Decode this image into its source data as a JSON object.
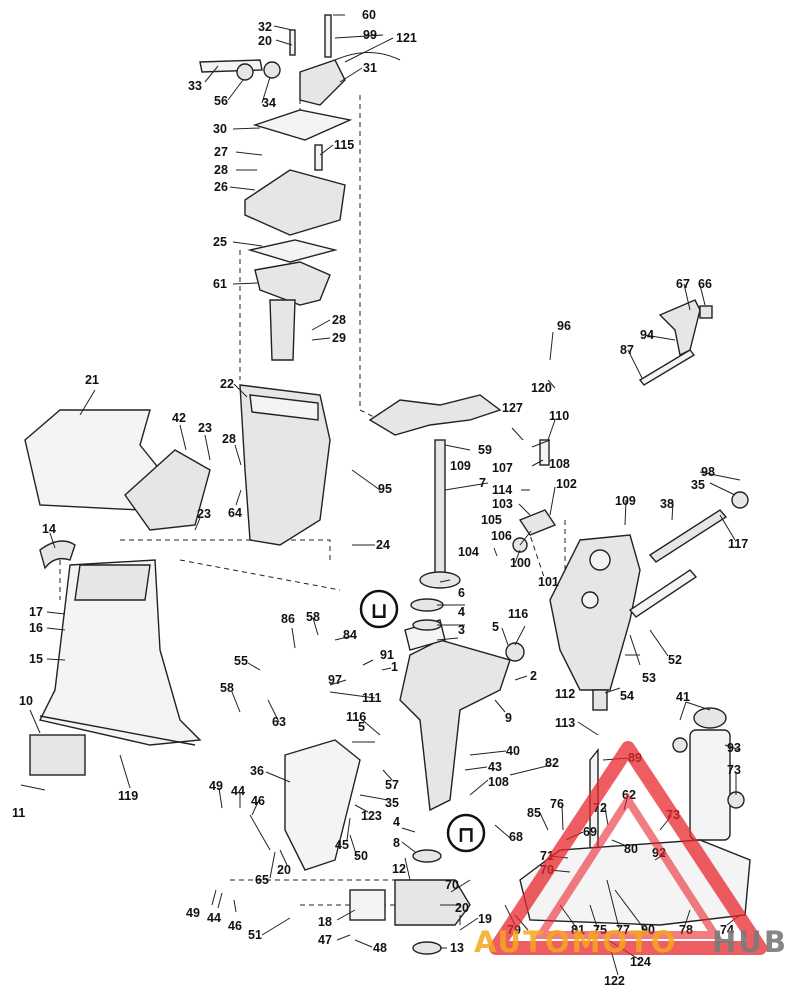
{
  "callouts": {
    "c1": "1",
    "c2": "2",
    "c3": "3",
    "c4": "4",
    "c4b": "4",
    "c5": "5",
    "c5b": "5",
    "c6": "6",
    "c7": "7",
    "c8": "8",
    "c9": "9",
    "c10": "10",
    "c11": "11",
    "c12": "12",
    "c13": "13",
    "c14": "14",
    "c15": "15",
    "c16": "16",
    "c17": "17",
    "c18": "18",
    "c19": "19",
    "c20": "20",
    "c20b": "20",
    "c20c": "20",
    "c21": "21",
    "c22": "22",
    "c23": "23",
    "c23b": "23",
    "c24": "24",
    "c25": "25",
    "c26": "26",
    "c27": "27",
    "c28": "28",
    "c28b": "28",
    "c28c": "28",
    "c29": "29",
    "c30": "30",
    "c31": "31",
    "c32": "32",
    "c33": "33",
    "c34": "34",
    "c35": "35",
    "c35b": "35",
    "c36": "36",
    "c38": "38",
    "c40": "40",
    "c41": "41",
    "c42": "42",
    "c43": "43",
    "c44": "44",
    "c44b": "44",
    "c45": "45",
    "c46": "46",
    "c46b": "46",
    "c47": "47",
    "c48": "48",
    "c49": "49",
    "c49b": "49",
    "c50": "50",
    "c51": "51",
    "c52": "52",
    "c53": "53",
    "c54": "54",
    "c55": "55",
    "c56": "56",
    "c57": "57",
    "c58": "58",
    "c58b": "58",
    "c59": "59",
    "c60": "60",
    "c61": "61",
    "c62": "62",
    "c63": "63",
    "c64": "64",
    "c65": "65",
    "c66": "66",
    "c67": "67",
    "c68": "68",
    "c69": "69",
    "c70": "70",
    "c70b": "70",
    "c71": "71",
    "c72": "72",
    "c73": "73",
    "c73b": "73",
    "c74": "74",
    "c75": "75",
    "c76": "76",
    "c77": "77",
    "c78": "78",
    "c79": "79",
    "c80": "80",
    "c81": "81",
    "c82": "82",
    "c84": "84",
    "c85": "85",
    "c86": "86",
    "c87": "87",
    "c89": "89",
    "c90": "90",
    "c91": "91",
    "c92": "92",
    "c93": "93",
    "c94": "94",
    "c95": "95",
    "c96": "96",
    "c97": "97",
    "c98": "98",
    "c99": "99",
    "c100": "100",
    "c101": "101",
    "c102": "102",
    "c103": "103",
    "c104": "104",
    "c105": "105",
    "c106": "106",
    "c107": "107",
    "c108": "108",
    "c108b": "108",
    "c109": "109",
    "c109b": "109",
    "c110": "110",
    "c111": "111",
    "c112": "112",
    "c113": "113",
    "c114": "114",
    "c115": "115",
    "c116": "116",
    "c116b": "116",
    "c117": "117",
    "c119": "119",
    "c120": "120",
    "c121": "121",
    "c122": "122",
    "c123": "123",
    "c124": "124",
    "c127": "127"
  },
  "watermark": {
    "text_auto": "AUTOMOTO",
    "text_hub": "HUB",
    "color_red": "#e8272e",
    "color_orange": "#f4a81d",
    "color_gray": "#7a7a7a"
  }
}
